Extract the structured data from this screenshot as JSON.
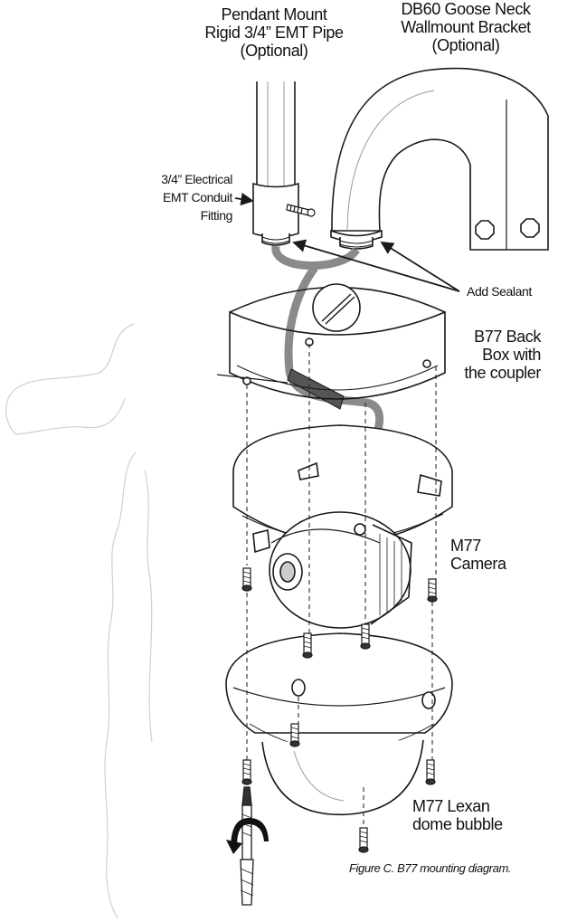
{
  "labels": {
    "pendant": [
      "Pendant Mount",
      "Rigid 3/4” EMT Pipe",
      "(Optional)"
    ],
    "gooseneck": [
      "DB60 Goose Neck",
      "Wallmount Bracket",
      "(Optional)"
    ],
    "fitting": [
      "3/4” Electrical",
      "EMT Conduit",
      "Fitting"
    ],
    "sealant": "Add Sealant",
    "backbox": [
      "B77 Back",
      "Box with",
      "the coupler"
    ],
    "camera": [
      "M77",
      "Camera"
    ],
    "dome": [
      "M77 Lexan",
      "dome bubble"
    ]
  },
  "caption": "Figure C. B77 mounting diagram.",
  "colors": {
    "line": "#1a1a1a",
    "cable": "#8a8a8a",
    "cable_dark": "#555555",
    "fill": "#ffffff"
  }
}
